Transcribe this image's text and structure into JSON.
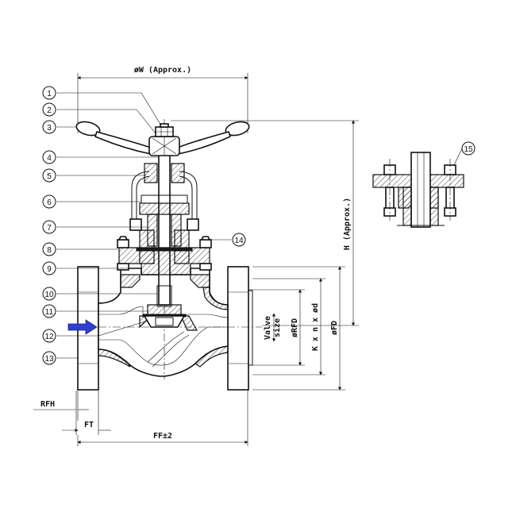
{
  "colors": {
    "line": "#111111",
    "flow_arrow": "#2f3fd0",
    "background": "#ffffff"
  },
  "labels": {
    "w": "øW (Approx.)",
    "h": "H (Approx.)",
    "valve_size_1": "Valve",
    "valve_size_2": "size",
    "rfd": "øRFD",
    "knd": "K x n x ød",
    "fd": "øFD",
    "rfh": "RFH",
    "ft": "FT",
    "ff": "FF±2"
  },
  "callouts": [
    "1",
    "2",
    "3",
    "4",
    "5",
    "6",
    "7",
    "8",
    "9",
    "10",
    "11",
    "12",
    "13",
    "14",
    "15"
  ],
  "icons": {
    "flow": "flow-direction-arrow-icon"
  }
}
